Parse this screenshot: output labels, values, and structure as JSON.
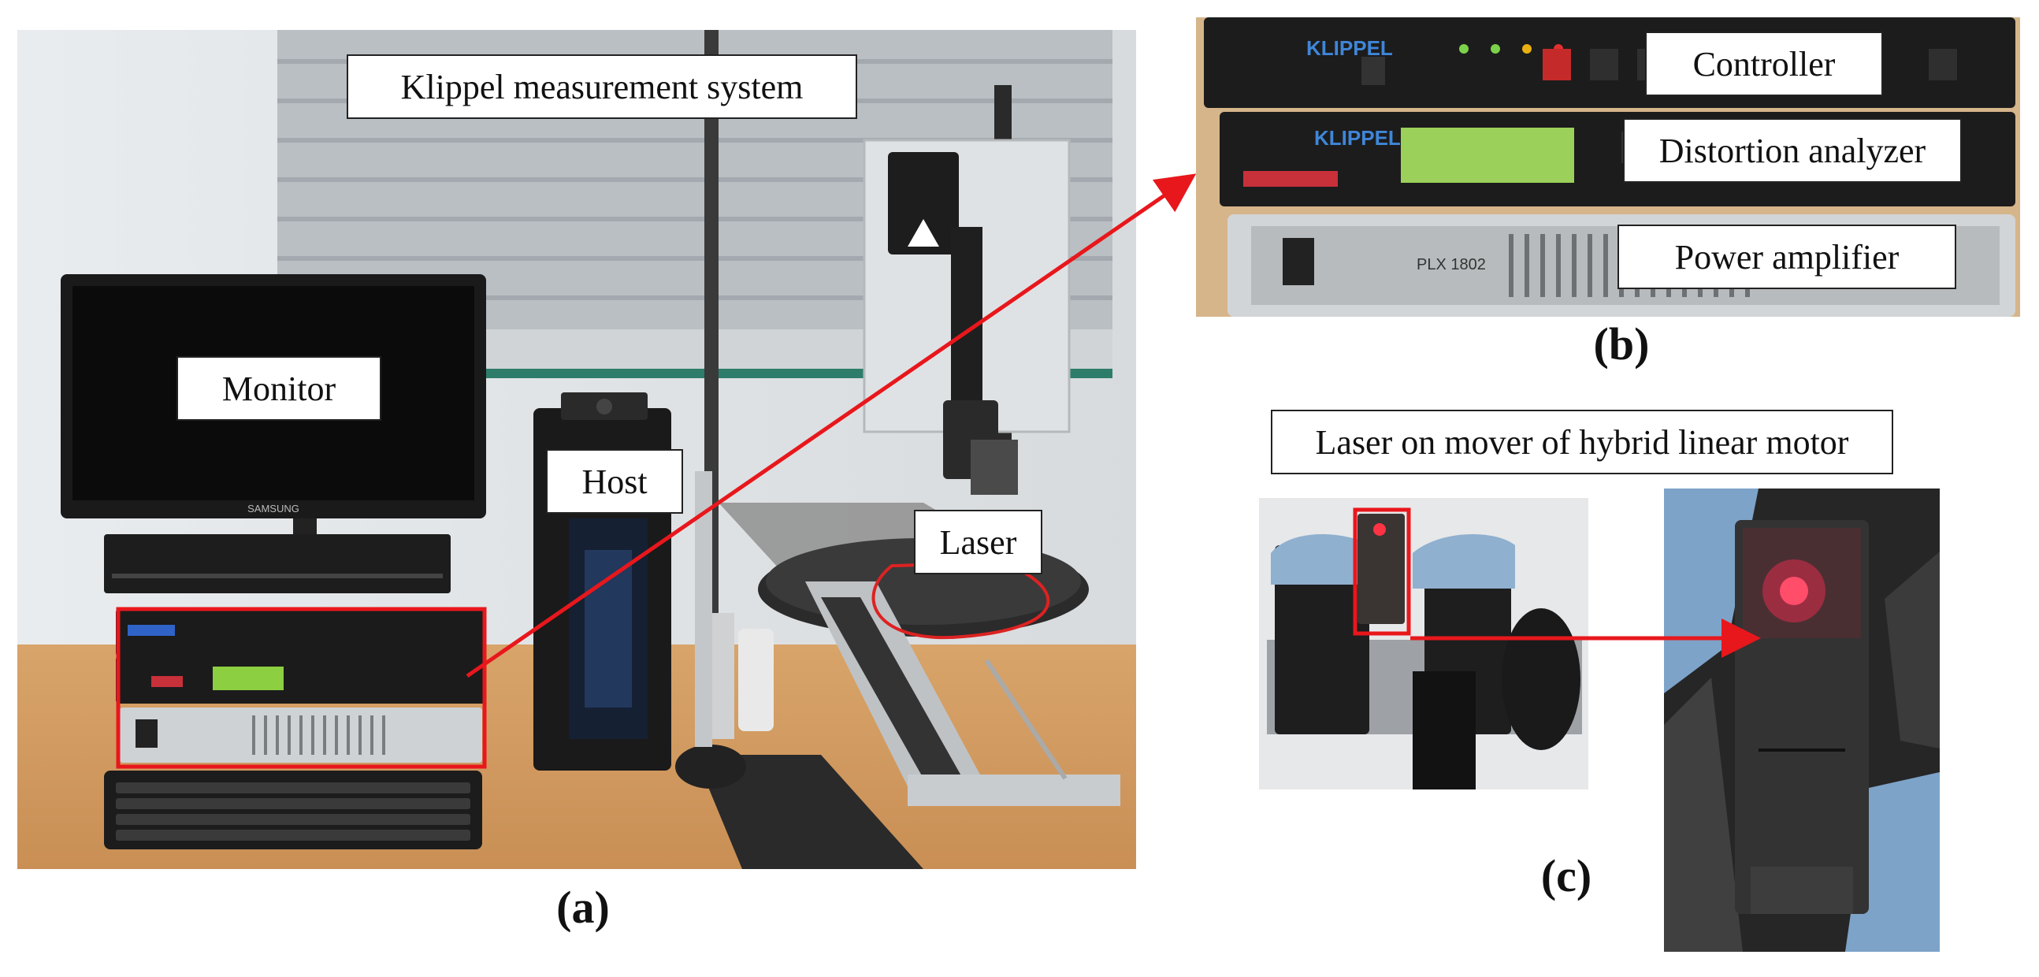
{
  "panel_a": {
    "caption": "(a)",
    "labels": {
      "system": "Klippel measurement system",
      "monitor": "Monitor",
      "host": "Host",
      "laser": "Laser"
    },
    "monitor_brand": "SAMSUNG"
  },
  "panel_b": {
    "caption": "(b)",
    "labels": {
      "controller": "Controller",
      "analyzer": "Distortion analyzer",
      "amplifier": "Power amplifier"
    },
    "device_brand": "KLIPPEL",
    "amp_model": "PLX 1802"
  },
  "panel_c": {
    "caption": "(c)",
    "title": "Laser on mover of hybrid linear motor"
  },
  "colors": {
    "highlight": "#e8171c",
    "label_border": "#222222"
  }
}
